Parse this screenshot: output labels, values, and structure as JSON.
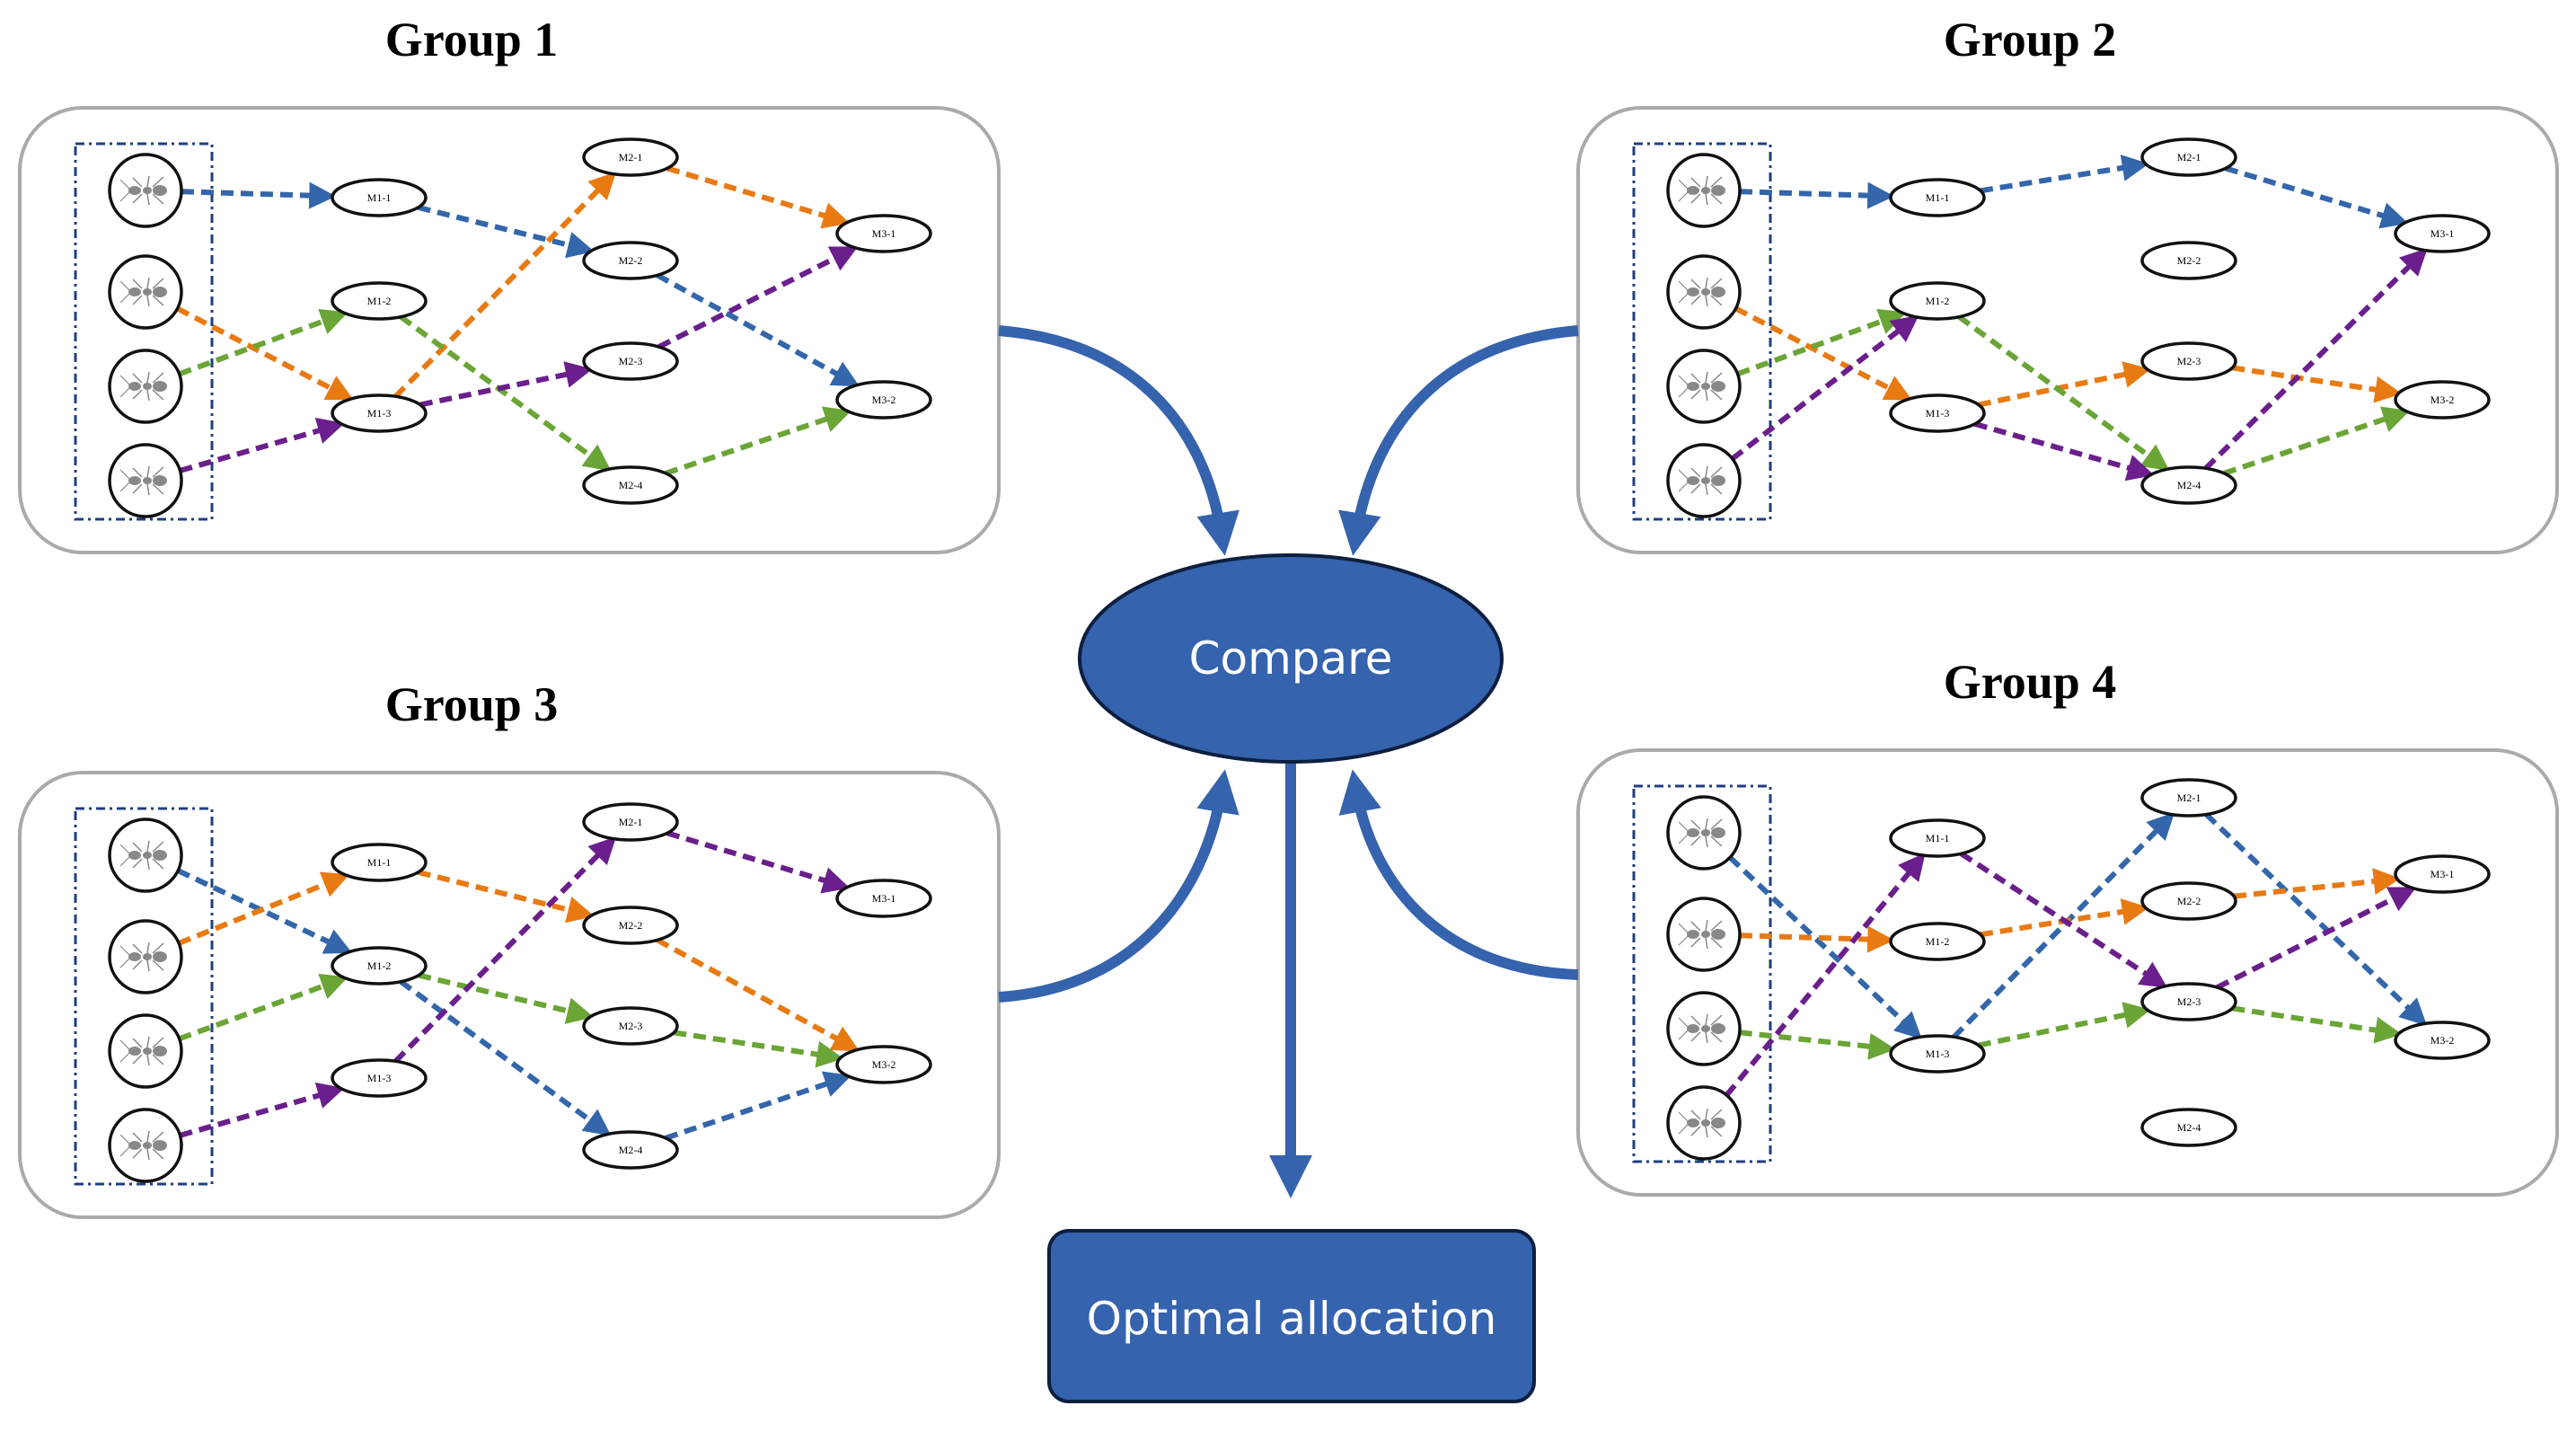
{
  "colors": {
    "blue": "#3366aa",
    "orange": "#e87a12",
    "green": "#6aa536",
    "purple": "#6a1f8c",
    "hub_fill": "#3563ad",
    "hub_stroke": "#0d1f3f",
    "panel_stroke": "#aaaaaa",
    "ant_box_stroke": "#1f3f7f",
    "ant_gray": "#888888"
  },
  "center": {
    "compare_label": "Compare",
    "optimal_label": "Optimal allocation"
  },
  "groups": [
    {
      "title": "Group 1",
      "nodes": [
        {
          "id": "M1-1",
          "label": "M1-1"
        },
        {
          "id": "M1-2",
          "label": "M1-2"
        },
        {
          "id": "M1-3",
          "label": "M1-3"
        },
        {
          "id": "M2-1",
          "label": "M2-1"
        },
        {
          "id": "M2-2",
          "label": "M2-2"
        },
        {
          "id": "M2-3",
          "label": "M2-3"
        },
        {
          "id": "M2-4",
          "label": "M2-4"
        },
        {
          "id": "M3-1",
          "label": "M3-1"
        },
        {
          "id": "M3-2",
          "label": "M3-2"
        }
      ],
      "paths": [
        {
          "color": "blue",
          "route": [
            "A1",
            "M1-1",
            "M2-2",
            "M3-2"
          ]
        },
        {
          "color": "orange",
          "route": [
            "A2",
            "M1-3",
            "M2-1",
            "M3-1"
          ]
        },
        {
          "color": "green",
          "route": [
            "A3",
            "M1-2",
            "M2-4",
            "M3-2"
          ]
        },
        {
          "color": "purple",
          "route": [
            "A4",
            "M1-3",
            "M2-3",
            "M3-1"
          ]
        }
      ]
    },
    {
      "title": "Group 2",
      "nodes": [
        {
          "id": "M1-1",
          "label": "M1-1"
        },
        {
          "id": "M1-2",
          "label": "M1-2"
        },
        {
          "id": "M1-3",
          "label": "M1-3"
        },
        {
          "id": "M2-1",
          "label": "M2-1"
        },
        {
          "id": "M2-2",
          "label": "M2-2"
        },
        {
          "id": "M2-3",
          "label": "M2-3"
        },
        {
          "id": "M2-4",
          "label": "M2-4"
        },
        {
          "id": "M3-1",
          "label": "M3-1"
        },
        {
          "id": "M3-2",
          "label": "M3-2"
        }
      ],
      "paths": [
        {
          "color": "blue",
          "route": [
            "A1",
            "M1-1",
            "M2-1",
            "M3-1"
          ]
        },
        {
          "color": "orange",
          "route": [
            "A2",
            "M1-3",
            "M2-3",
            "M3-2"
          ]
        },
        {
          "color": "green",
          "route": [
            "A3",
            "M1-2",
            "M2-4",
            "M3-2"
          ]
        },
        {
          "color": "purple",
          "route": [
            "A4",
            "M1-2"
          ]
        },
        {
          "color": "purple",
          "route": [
            "M1-3",
            "M2-4",
            "M3-1"
          ],
          "noStartArrowFromAnt": true
        }
      ]
    },
    {
      "title": "Group 3",
      "nodes": [
        {
          "id": "M1-1",
          "label": "M1-1"
        },
        {
          "id": "M1-2",
          "label": "M1-2"
        },
        {
          "id": "M1-3",
          "label": "M1-3"
        },
        {
          "id": "M2-1",
          "label": "M2-1"
        },
        {
          "id": "M2-2",
          "label": "M2-2"
        },
        {
          "id": "M2-3",
          "label": "M2-3"
        },
        {
          "id": "M2-4",
          "label": "M2-4"
        },
        {
          "id": "M3-1",
          "label": "M3-1"
        },
        {
          "id": "M3-2",
          "label": "M3-2"
        }
      ],
      "paths": [
        {
          "color": "blue",
          "route": [
            "A1",
            "M1-2",
            "M2-4",
            "M3-2"
          ]
        },
        {
          "color": "orange",
          "route": [
            "A2",
            "M1-1",
            "M2-2",
            "M3-2"
          ]
        },
        {
          "color": "green",
          "route": [
            "A3",
            "M1-2",
            "M2-3",
            "M3-2"
          ]
        },
        {
          "color": "purple",
          "route": [
            "A4",
            "M1-3",
            "M2-1",
            "M3-1"
          ]
        }
      ]
    },
    {
      "title": "Group 4",
      "nodes": [
        {
          "id": "M1-1",
          "label": "M1-1"
        },
        {
          "id": "M1-2",
          "label": "M1-2"
        },
        {
          "id": "M1-3",
          "label": "M1-3"
        },
        {
          "id": "M2-1",
          "label": "M2-1"
        },
        {
          "id": "M2-2",
          "label": "M2-2"
        },
        {
          "id": "M2-3",
          "label": "M2-3"
        },
        {
          "id": "M2-4",
          "label": "M2-4"
        },
        {
          "id": "M3-1",
          "label": "M3-1"
        },
        {
          "id": "M3-2",
          "label": "M3-2"
        }
      ],
      "paths": [
        {
          "color": "blue",
          "route": [
            "A1",
            "M1-3",
            "M2-1",
            "M3-2"
          ]
        },
        {
          "color": "orange",
          "route": [
            "A2",
            "M1-2",
            "M2-2",
            "M3-1"
          ]
        },
        {
          "color": "green",
          "route": [
            "A3",
            "M1-3",
            "M2-3",
            "M3-2"
          ]
        },
        {
          "color": "purple",
          "route": [
            "A4",
            "M1-1",
            "M2-3",
            "M3-1"
          ]
        }
      ]
    }
  ]
}
